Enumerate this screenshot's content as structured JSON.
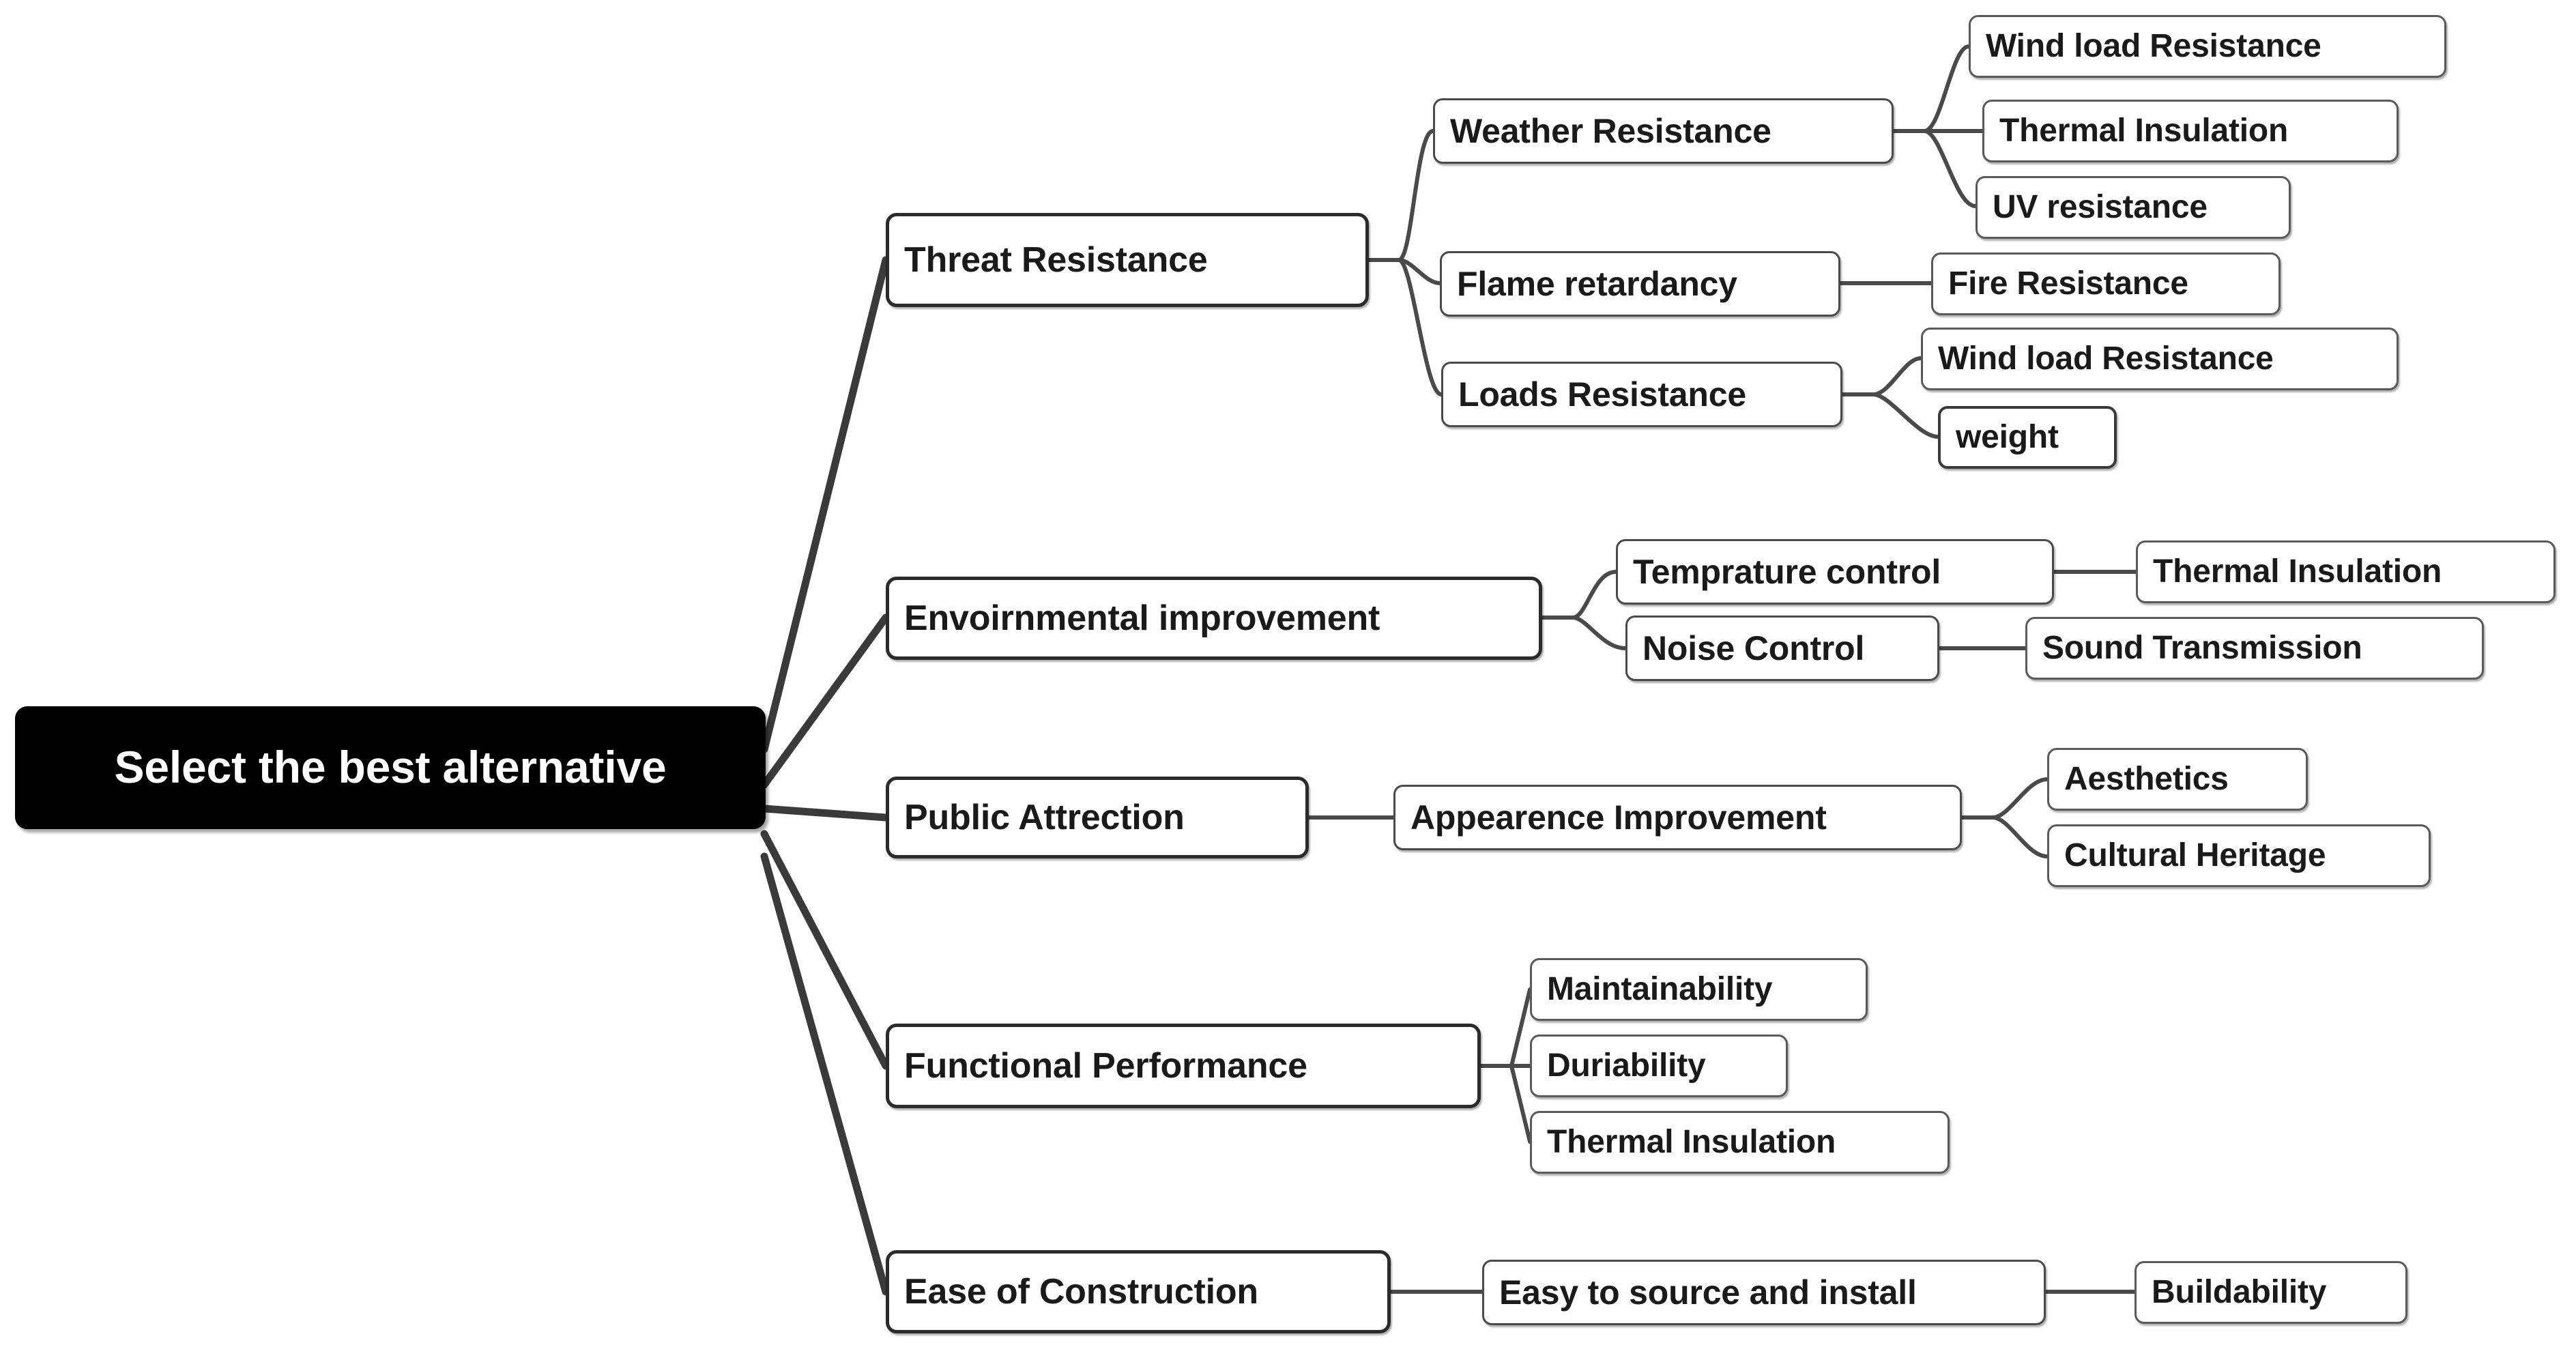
{
  "diagram": {
    "type": "mind-map",
    "title": "Select the best alternative",
    "root": {
      "id": "root",
      "label": "Select the best alternative",
      "color": "#000000",
      "text_color": "#ffffff"
    },
    "branches": [
      {
        "id": "threat-resistance",
        "label": "Threat Resistance",
        "children": [
          {
            "id": "weather-resistance",
            "label": "Weather Resistance",
            "children": [
              {
                "id": "wind-load-resistance-1",
                "label": "Wind load Resistance"
              },
              {
                "id": "thermal-insulation-1",
                "label": "Thermal Insulation"
              },
              {
                "id": "uv-resistance",
                "label": "UV resistance"
              }
            ]
          },
          {
            "id": "flame-retardancy",
            "label": "Flame retardancy",
            "children": [
              {
                "id": "fire-resistance",
                "label": "Fire Resistance"
              }
            ]
          },
          {
            "id": "loads-resistance",
            "label": "Loads Resistance",
            "children": [
              {
                "id": "wind-load-resistance-2",
                "label": "Wind load Resistance"
              },
              {
                "id": "weight",
                "label": "weight"
              }
            ]
          }
        ]
      },
      {
        "id": "envoirnmental-improvement",
        "label": "Envoirnmental improvement",
        "children": [
          {
            "id": "temprature-control",
            "label": "Temprature control",
            "children": [
              {
                "id": "thermal-insulation-2",
                "label": "Thermal Insulation"
              }
            ]
          },
          {
            "id": "noise-control",
            "label": "Noise Control",
            "children": [
              {
                "id": "sound-transmission",
                "label": "Sound Transmission"
              }
            ]
          }
        ]
      },
      {
        "id": "public-attrection",
        "label": "Public Attrection",
        "children": [
          {
            "id": "appearence-improvement",
            "label": "Appearence Improvement",
            "children": [
              {
                "id": "aesthetics",
                "label": "Aesthetics"
              },
              {
                "id": "cultural-heritage",
                "label": "Cultural Heritage"
              }
            ]
          }
        ]
      },
      {
        "id": "functional-performance",
        "label": "Functional Performance",
        "children": [
          {
            "id": "maintainability",
            "label": "Maintainability",
            "children": []
          },
          {
            "id": "duriability",
            "label": "Duriability",
            "children": []
          },
          {
            "id": "thermal-insulation-3",
            "label": "Thermal Insulation",
            "children": []
          }
        ]
      },
      {
        "id": "ease-of-construction",
        "label": "Ease of Construction",
        "children": [
          {
            "id": "easy-to-source-and-install",
            "label": "Easy to source and install",
            "children": [
              {
                "id": "buildability",
                "label": "Buildability"
              }
            ]
          }
        ]
      }
    ]
  },
  "nodes": {
    "root": {
      "label": "Select the best alternative"
    },
    "threat_resistance": {
      "label": "Threat Resistance"
    },
    "weather_resistance": {
      "label": "Weather Resistance"
    },
    "wind_load_resistance_1": {
      "label": "Wind load Resistance"
    },
    "thermal_insulation_1": {
      "label": "Thermal Insulation"
    },
    "uv_resistance": {
      "label": "UV resistance"
    },
    "flame_retardancy": {
      "label": "Flame retardancy"
    },
    "fire_resistance": {
      "label": "Fire Resistance"
    },
    "loads_resistance": {
      "label": "Loads Resistance"
    },
    "wind_load_resistance_2": {
      "label": "Wind load Resistance"
    },
    "weight": {
      "label": "weight"
    },
    "envoirnmental_improvement": {
      "label": "Envoirnmental improvement"
    },
    "temprature_control": {
      "label": "Temprature control"
    },
    "thermal_insulation_2": {
      "label": "Thermal Insulation"
    },
    "noise_control": {
      "label": "Noise Control"
    },
    "sound_transmission": {
      "label": "Sound Transmission"
    },
    "public_attrection": {
      "label": "Public Attrection"
    },
    "appearence_improvement": {
      "label": "Appearence Improvement"
    },
    "aesthetics": {
      "label": "Aesthetics"
    },
    "cultural_heritage": {
      "label": "Cultural Heritage"
    },
    "functional_performance": {
      "label": "Functional Performance"
    },
    "maintainability": {
      "label": "Maintainability"
    },
    "duriability": {
      "label": "Duriability"
    },
    "thermal_insulation_3": {
      "label": "Thermal Insulation"
    },
    "ease_of_construction": {
      "label": "Ease of Construction"
    },
    "easy_to_source_and_install": {
      "label": "Easy to source and install"
    },
    "buildability": {
      "label": "Buildability"
    }
  },
  "colors": {
    "background": "#ffffff",
    "root_fill": "#000000",
    "root_text": "#ffffff",
    "node_fill": "#ffffff",
    "node_text": "#1a1a1a",
    "node_border": "#3c3c3c",
    "edge_main": "#3a3a3a",
    "edge_sub": "#5a5a5a"
  }
}
